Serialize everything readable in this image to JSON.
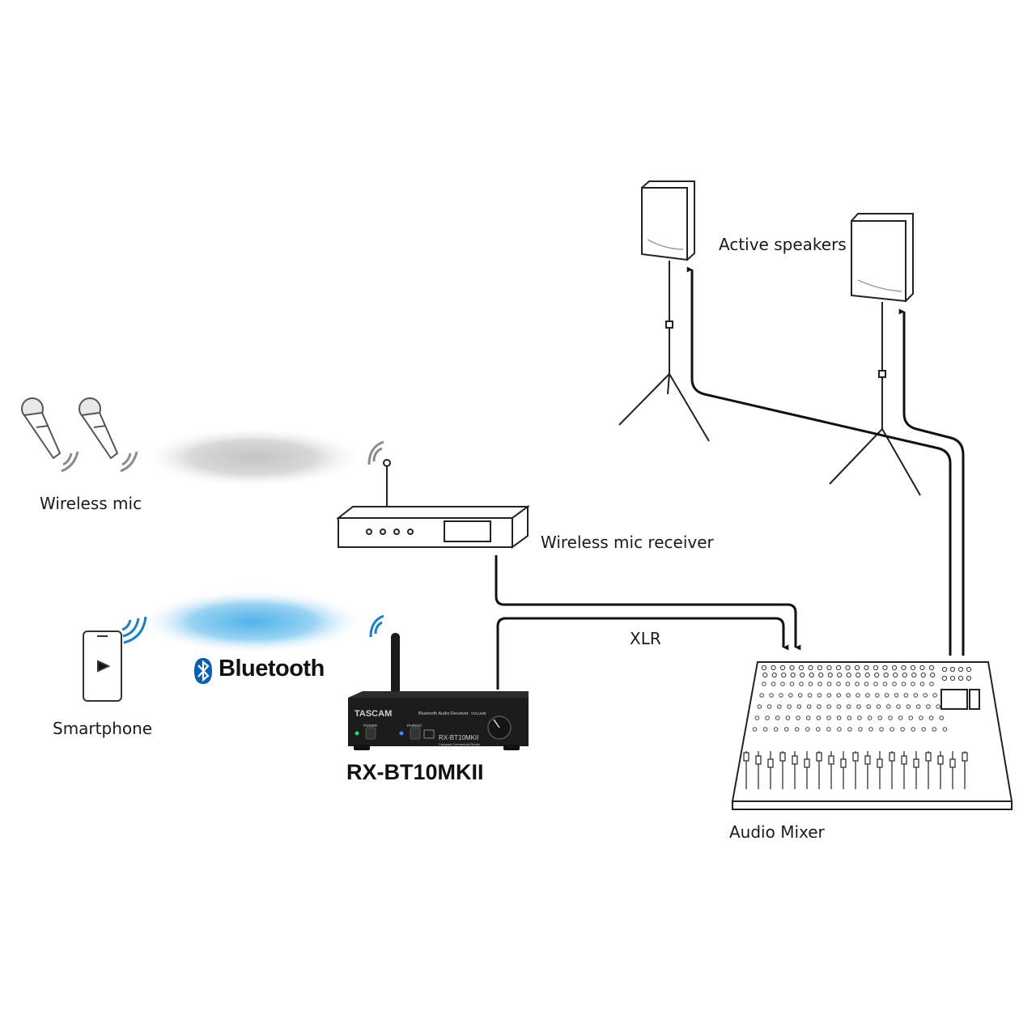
{
  "labels": {
    "wireless_mic": "Wireless mic",
    "wireless_mic_receiver": "Wireless mic receiver",
    "smartphone": "Smartphone",
    "bluetooth": "Bluetooth",
    "product": "RX-BT10MKII",
    "xlr": "XLR",
    "active_speakers": "Active speakers",
    "audio_mixer": "Audio Mixer"
  },
  "device_panel": {
    "brand": "TASCAM",
    "description": "Bluetooth Audio Receiver",
    "power": "POWER",
    "pairing": "PAIRING",
    "volume": "VOLUME",
    "model": "RX-BT10MKII",
    "series": "Compact Commercial Series"
  },
  "colors": {
    "line": "#111111",
    "bluetooth_brand": "#0a5fb0",
    "signal_blue": "#1d7fc4",
    "signal_gray": "#8c8c8c",
    "cloud_blue": "#5ab8ea",
    "cloud_gray": "#c8c8c8"
  },
  "icons": {
    "microphone": "microphone-icon",
    "receiver": "wireless-receiver-icon",
    "smartphone": "smartphone-icon",
    "bluetooth": "bluetooth-icon",
    "speaker": "speaker-icon",
    "mixer": "mixer-icon"
  }
}
